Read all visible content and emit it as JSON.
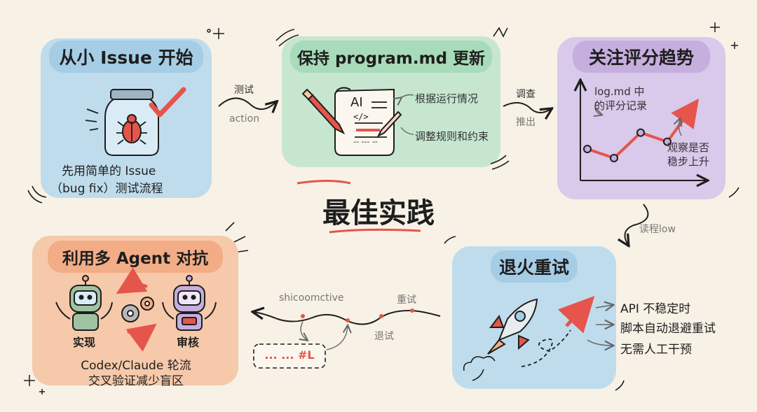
{
  "title": "最佳实践",
  "cards": {
    "start_small": {
      "title": "从小 Issue 开始",
      "caption_line1": "先用简单的 Issue",
      "caption_line2": "（bug fix）测试流程"
    },
    "keep_program": {
      "title": "保持 program.md 更新",
      "doc_ai": "AI",
      "doc_code": "</>",
      "doc_dashes": "‑‑ ‑‑‑ ‑‑",
      "note_top": "根据运行情况",
      "note_bottom": "调整规则和约束"
    },
    "watch_score": {
      "title": "关注评分趋势",
      "note_top_line1": "log.md 中",
      "note_top_line2": "的评分记录",
      "note_bottom_line1": "观察是否",
      "note_bottom_line2": "稳步上升",
      "chart_data": {
        "type": "line",
        "x": [
          1,
          2,
          3,
          4,
          5
        ],
        "values": [
          1.5,
          1.0,
          2.4,
          1.9,
          3.9
        ],
        "ylim": [
          0,
          5
        ]
      }
    },
    "retry": {
      "title": "退火重试",
      "bullets": [
        "API 不稳定时",
        "脚本自动退避重试",
        "无需人工干预"
      ]
    },
    "multi_agent": {
      "title": "利用多 Agent 对抗",
      "robot_left_label": "实现",
      "robot_right_label": "审核",
      "caption_line1": "Codex/Claude 轮流",
      "caption_line2": "交叉验证减少盲区"
    }
  },
  "arrows": {
    "a1_top": "测试",
    "a1_bottom": "action",
    "a2_top": "调查",
    "a2_bottom": "推出",
    "a3": "读程low",
    "wave_top_left": "shicoomctive",
    "wave_top_right": "重试",
    "wave_bottom": "退试",
    "box_text": "... ... #L"
  },
  "colors": {
    "background": "#f8f1e6",
    "blue_card": "#bfdcec",
    "blue_title": "#a6cde6",
    "green_card": "#c6e6d0",
    "green_title": "#a8dbba",
    "purple_card": "#d9c9ea",
    "purple_title": "#c6aede",
    "orange_card": "#f6c9aa",
    "orange_title": "#f2ad86",
    "accent_red": "#e5554b"
  }
}
